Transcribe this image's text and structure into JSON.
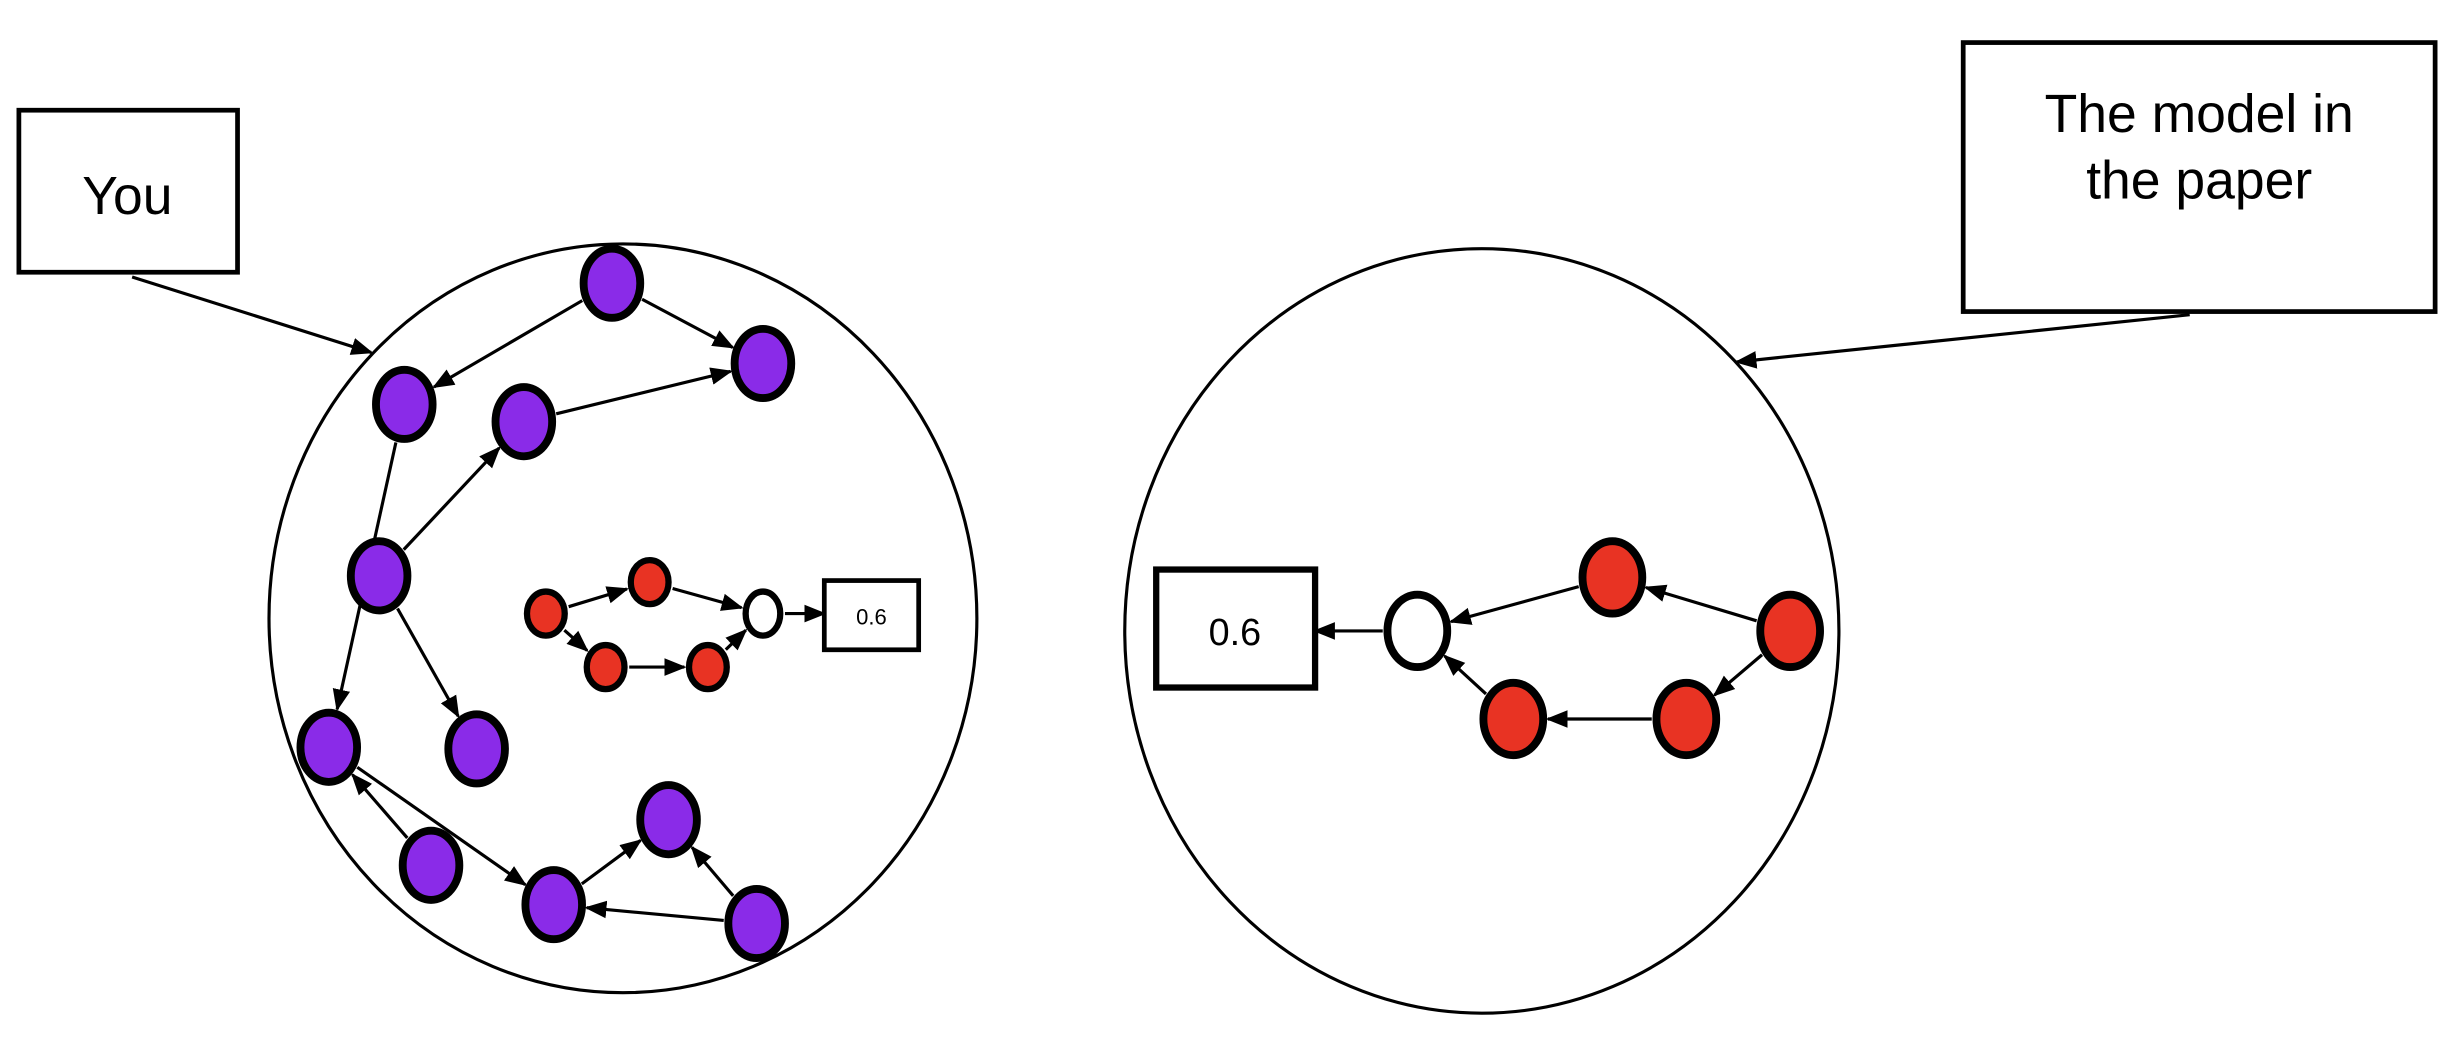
{
  "labels": {
    "you": "You",
    "paper_line1": "The model in",
    "paper_line2": "the paper",
    "left_output": "0.6",
    "right_output": "0.6"
  },
  "colors": {
    "purple": "#8a2be8",
    "red": "#e83323",
    "stroke": "#000000"
  }
}
